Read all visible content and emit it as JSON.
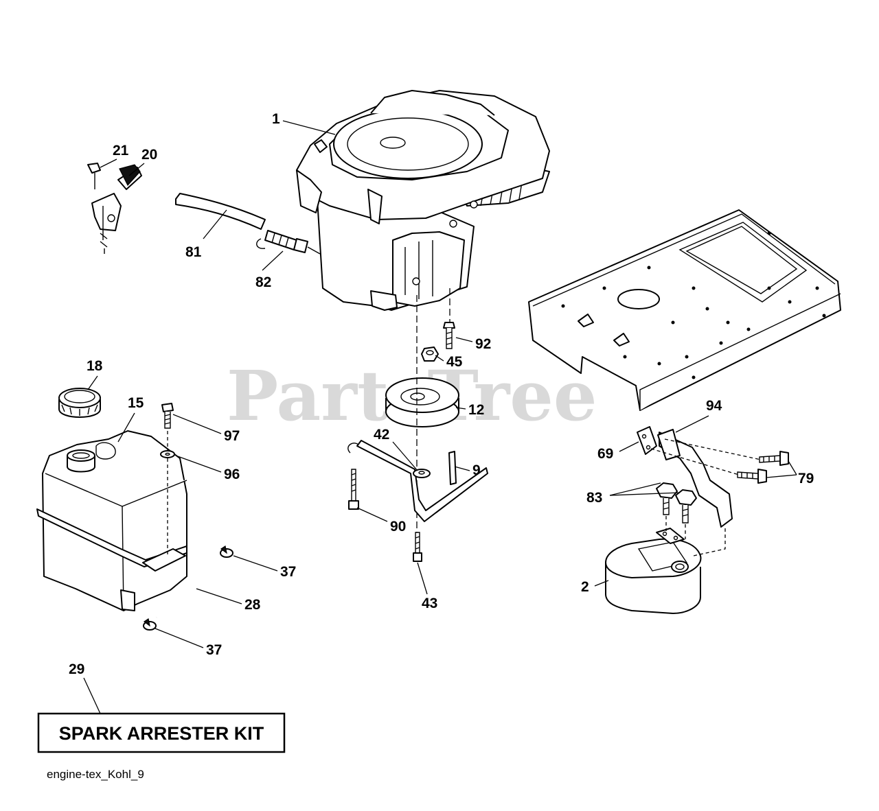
{
  "watermark": "PartsTree",
  "callouts": {
    "c1": "1",
    "c2": "2",
    "c9": "9",
    "c12": "12",
    "c15": "15",
    "c18": "18",
    "c20": "20",
    "c21": "21",
    "c28": "28",
    "c29": "29",
    "c37a": "37",
    "c37b": "37",
    "c42": "42",
    "c43": "43",
    "c45": "45",
    "c69": "69",
    "c79": "79",
    "c81": "81",
    "c82": "82",
    "c83": "83",
    "c90": "90",
    "c92": "92",
    "c94": "94",
    "c96": "96",
    "c97": "97"
  },
  "kit_label": "SPARK ARRESTER KIT",
  "footer_code": "engine-tex_Kohl_9"
}
